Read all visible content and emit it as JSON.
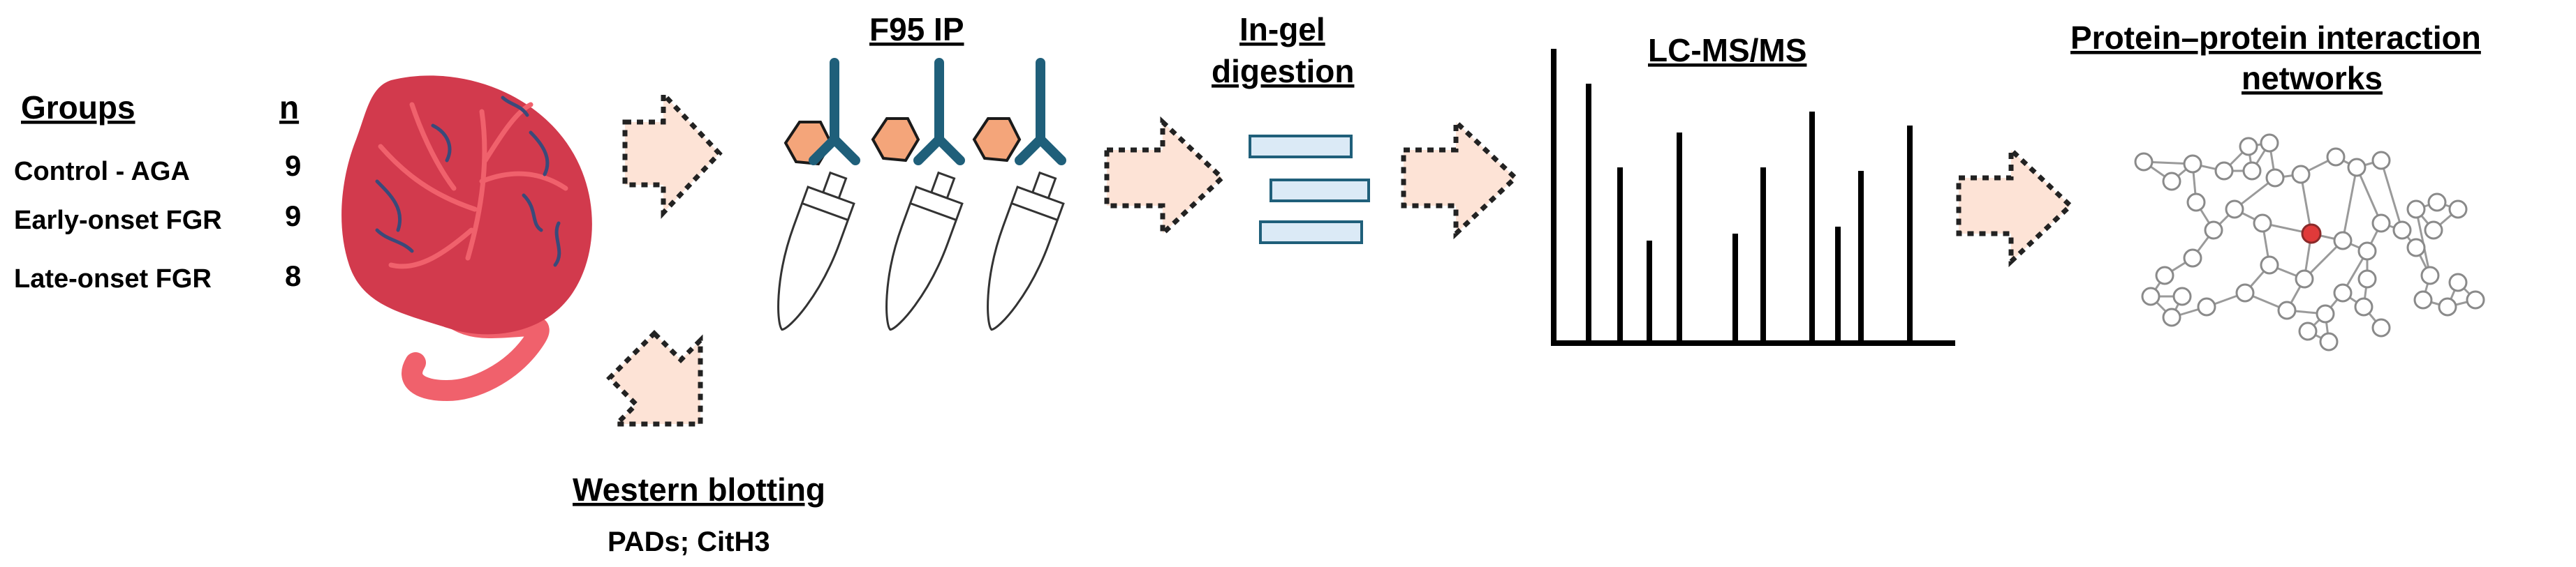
{
  "groups_table": {
    "header_groups": "Groups",
    "header_n": "n",
    "rows": [
      {
        "group": "Control - AGA",
        "n": "9"
      },
      {
        "group": "Early-onset FGR",
        "n": "9"
      },
      {
        "group": "Late-onset FGR",
        "n": "8"
      }
    ]
  },
  "steps": {
    "ip": "F95 IP",
    "digestion_line1": "In-gel",
    "digestion_line2": "digestion",
    "lcms": "LC-MS/MS",
    "network_line1": "Protein–protein interaction",
    "network_line2": "networks",
    "western": "Western blotting",
    "western_targets": "PADs; CitH3"
  },
  "colors": {
    "placenta": "#d23a4d",
    "placenta_vessels": "#f0616c",
    "placenta_veins": "#3a4a7a",
    "cord": "#f0616c",
    "antibody": "#1f5f7a",
    "antigen": "#f4a57a",
    "gel_band_fill": "#dbeaf6",
    "gel_band_stroke": "#1f5f7a",
    "arrow_fill": "#fde3d6",
    "hub_node": "#e03a3a"
  },
  "icons": [
    "placenta-icon",
    "antibody-icon",
    "antigen-icon",
    "tube-icon",
    "gel-band-icon",
    "mass-spectrum-icon",
    "network-icon"
  ]
}
